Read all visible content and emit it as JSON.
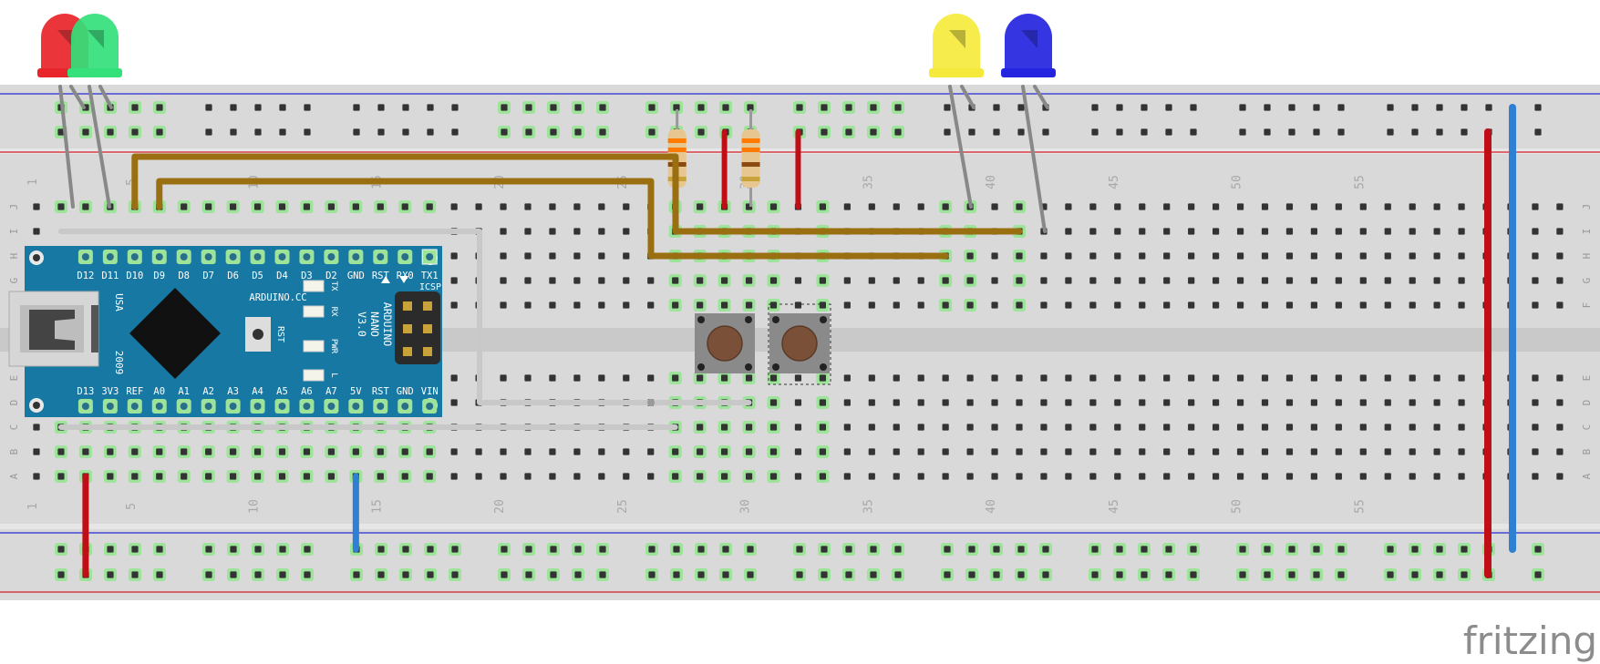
{
  "watermark": "fritzing",
  "breadboard": {
    "row_letters_top": [
      "J",
      "I",
      "H",
      "G",
      "F"
    ],
    "row_letters_bottom": [
      "E",
      "D",
      "C",
      "B",
      "A"
    ],
    "column_numbers": [
      "1",
      "5",
      "10",
      "15",
      "20",
      "25",
      "30",
      "35",
      "40",
      "45",
      "50",
      "55"
    ]
  },
  "arduino": {
    "usa_label": "USA",
    "year_label": "2009",
    "model_lines": [
      "ARDUINO",
      "NANO",
      "V3.0"
    ],
    "website": "ARDUINO.CC",
    "rst_label": "RST",
    "icsp_label": "ICSP",
    "pin_labels_top": [
      "D12",
      "D11",
      "D10",
      "D9",
      "D8",
      "D7",
      "D6",
      "D5",
      "D4",
      "D3",
      "D2",
      "GND",
      "RST",
      "RX0",
      "TX1"
    ],
    "pin_labels_bottom": [
      "D13",
      "3V3",
      "REF",
      "A0",
      "A1",
      "A2",
      "A3",
      "A4",
      "A5",
      "A6",
      "A7",
      "5V",
      "RST",
      "GND",
      "VIN"
    ],
    "led_labels": [
      "TX",
      "RX",
      "PWR",
      "L"
    ]
  },
  "leds": [
    {
      "name": "red-led",
      "color": "#e8252a"
    },
    {
      "name": "green-led",
      "color": "#33e07a"
    },
    {
      "name": "yellow-led",
      "color": "#f5ea3c"
    },
    {
      "name": "blue-led",
      "color": "#2424e0"
    }
  ],
  "colors": {
    "board": "#d9d9d9",
    "hole": "#333333",
    "connected": "#9de39a",
    "rail_red": "#d51f2b",
    "rail_blue": "#2a2ad4",
    "wire_brown": "#9a6f12",
    "wire_white": "#c8c8c8",
    "wire_red": "#c00e16",
    "wire_blue": "#2f7fd3",
    "nano_pcb": "#1779a3",
    "button_cap": "#7a5138"
  }
}
